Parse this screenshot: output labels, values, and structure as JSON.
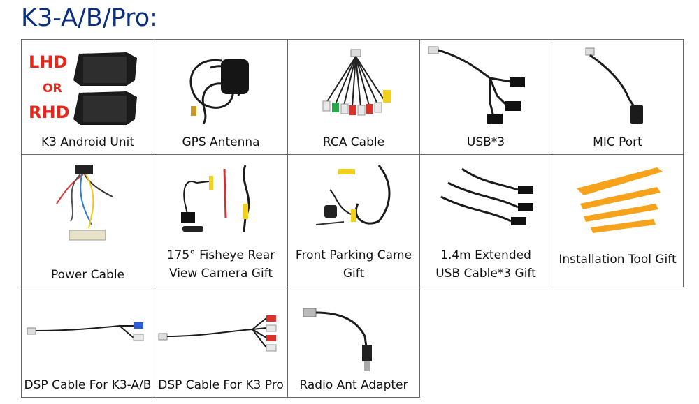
{
  "title": "K3-A/B/Pro:",
  "items": [
    {
      "caption": [
        "K3 Android Unit"
      ],
      "overlay": [
        "LHD",
        "OR",
        "RHD"
      ]
    },
    {
      "caption": [
        "GPS Antenna"
      ]
    },
    {
      "caption": [
        "RCA Cable"
      ]
    },
    {
      "caption": [
        "USB*3"
      ]
    },
    {
      "caption": [
        "MIC Port"
      ]
    },
    {
      "caption": [
        "Power Cable"
      ]
    },
    {
      "caption": [
        "175° Fisheye Rear",
        "View Camera Gift"
      ]
    },
    {
      "caption": [
        "Front Parking Came",
        "Gift"
      ]
    },
    {
      "caption": [
        "1.4m Extended",
        "USB Cable*3 Gift"
      ]
    },
    {
      "caption": [
        "Installation Tool Gift"
      ]
    },
    {
      "caption": [
        "DSP Cable For K3-A/B"
      ]
    },
    {
      "caption": [
        "DSP Cable For K3 Pro"
      ]
    },
    {
      "caption": [
        "Radio Ant Adapter"
      ]
    }
  ],
  "colors": {
    "title": "#0b2f7d",
    "lhd_rhd": "#e8261b",
    "tool_orange": "#f6a21a"
  }
}
